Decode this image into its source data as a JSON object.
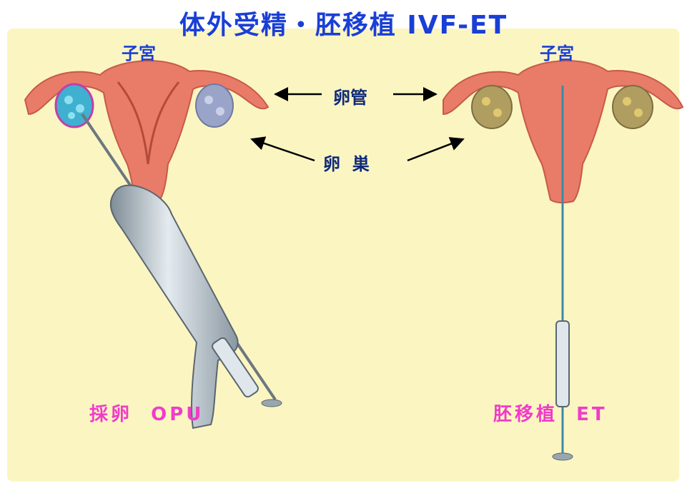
{
  "title": "体外受精・胚移植 IVF-ET",
  "labels": {
    "uterus_left": "子宮",
    "uterus_right": "子宮",
    "fallopian_tube": "卵管",
    "ovary": "卵  巣",
    "opu": "採卵  OPU",
    "et": "胚移植  ET"
  },
  "colors": {
    "title": "#1a3fd6",
    "label_blue": "#102a7a",
    "label_pink": "#f03cc8",
    "background": "#fbf5c2",
    "uterus": "#e87c68"
  }
}
